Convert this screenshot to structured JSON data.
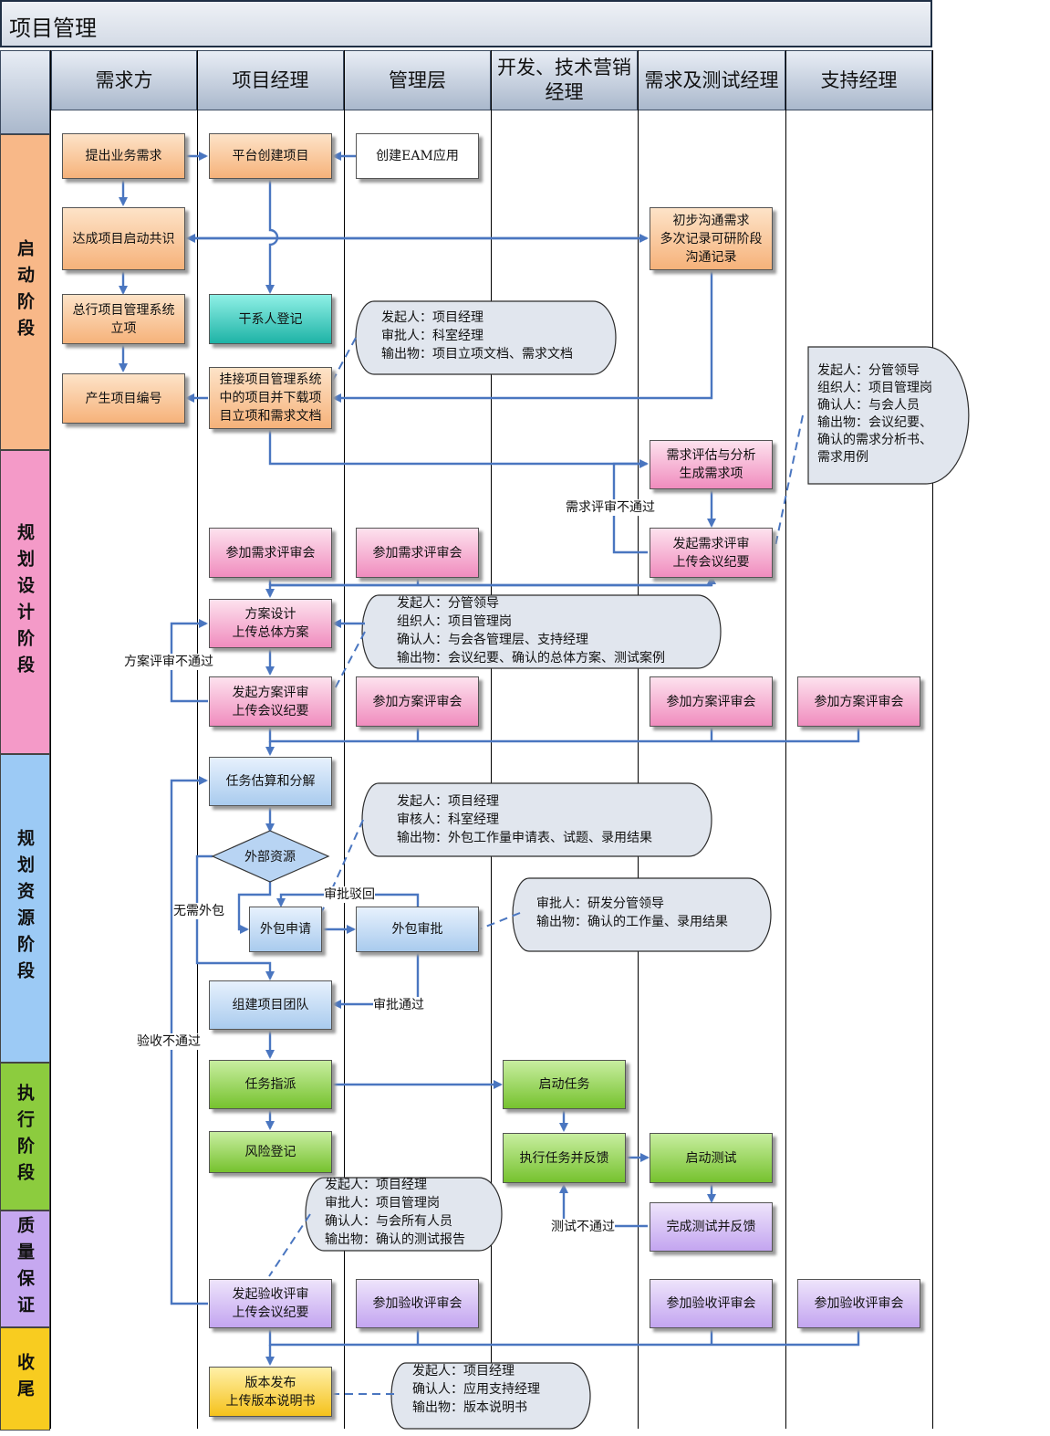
{
  "title": "项目管理",
  "lanes": [
    "需求方",
    "项目经理",
    "管理层",
    "开发、技术营销经理",
    "需求及测试经理",
    "支持经理"
  ],
  "phases": [
    "启动阶段",
    "规划设计阶段",
    "规划资源阶段",
    "执行阶段",
    "质量保证",
    "收尾"
  ],
  "boxes": {
    "submit_req": "提出业务需求",
    "create_project": "平台创建项目",
    "create_eam": "创建EAM应用",
    "reach_consensus": "达成项目启动共识",
    "initial_comm": "初步沟通需求\n多次记录可研阶段\n沟通记录",
    "hq_approval": "总行项目管理系统\n立项",
    "stakeholder": "干系人登记",
    "project_number": "产生项目编号",
    "attach_download": "挂接项目管理系统\n中的项目并下载项\n目立项和需求文档",
    "req_eval": "需求评估与分析\n生成需求项",
    "join_req_review_pm": "参加需求评审会",
    "join_req_review_mgmt": "参加需求评审会",
    "start_req_review": "发起需求评审\n上传会议纪要",
    "solution_design": "方案设计\n上传总体方案",
    "start_solution_review": "发起方案评审\n上传会议纪要",
    "join_sol_review_mgmt": "参加方案评审会",
    "join_sol_review_test": "参加方案评审会",
    "join_sol_review_support": "参加方案评审会",
    "task_estimate": "任务估算和分解",
    "external_resource": "外部资源",
    "outsource_apply": "外包申请",
    "outsource_approve": "外包审批",
    "build_team": "组建项目团队",
    "task_assign": "任务指派",
    "start_task": "启动任务",
    "risk_register": "风险登记",
    "execute_feedback": "执行任务并反馈",
    "start_test": "启动测试",
    "complete_test": "完成测试并反馈",
    "start_acceptance": "发起验收评审\n上传会议纪要",
    "join_acc_mgmt": "参加验收评审会",
    "join_acc_test": "参加验收评审会",
    "join_acc_support": "参加验收评审会",
    "release": "版本发布\n上传版本说明书"
  },
  "notes": {
    "note1": [
      "发起人：项目经理",
      "审批人：科室经理",
      "输出物：项目立项文档、需求文档"
    ],
    "note2": [
      "发起人：分管领导",
      "组织人：项目管理岗",
      "确认人：与会人员",
      "输出物：会议纪要、",
      "确认的需求分析书、",
      "需求用例"
    ],
    "note3": [
      "发起人：分管领导",
      "组织人：项目管理岗",
      "确认人：与会各管理层、支持经理",
      "输出物：会议纪要、确认的总体方案、测试案例"
    ],
    "note4": [
      "发起人：项目经理",
      "审核人：科室经理",
      "输出物：外包工作量申请表、试题、录用结果"
    ],
    "note5": [
      "审批人：研发分管领导",
      "输出物：确认的工作量、录用结果"
    ],
    "note6": [
      "发起人：项目经理",
      "审批人：项目管理岗",
      "确认人：与会所有人员",
      "输出物：确认的测试报告"
    ],
    "note7": [
      "发起人：项目经理",
      "确认人：应用支持经理",
      "输出物：版本说明书"
    ]
  },
  "edge_labels": {
    "req_review_fail": "需求评审不通过",
    "solution_review_fail": "方案评审不通过",
    "no_outsource": "无需外包",
    "approval_rejected": "审批驳回",
    "approval_passed": "审批通过",
    "acceptance_fail": "验收不通过",
    "test_fail": "测试不通过"
  },
  "colors": {
    "start_phase": "#f8b888",
    "design_phase": "#f49ac8",
    "resource_phase": "#9ccaf5",
    "exec_phase": "#8ccc3e",
    "qa_phase": "#c6a8f0",
    "close_phase": "#f8cc20",
    "connector": "#4a76c0"
  }
}
